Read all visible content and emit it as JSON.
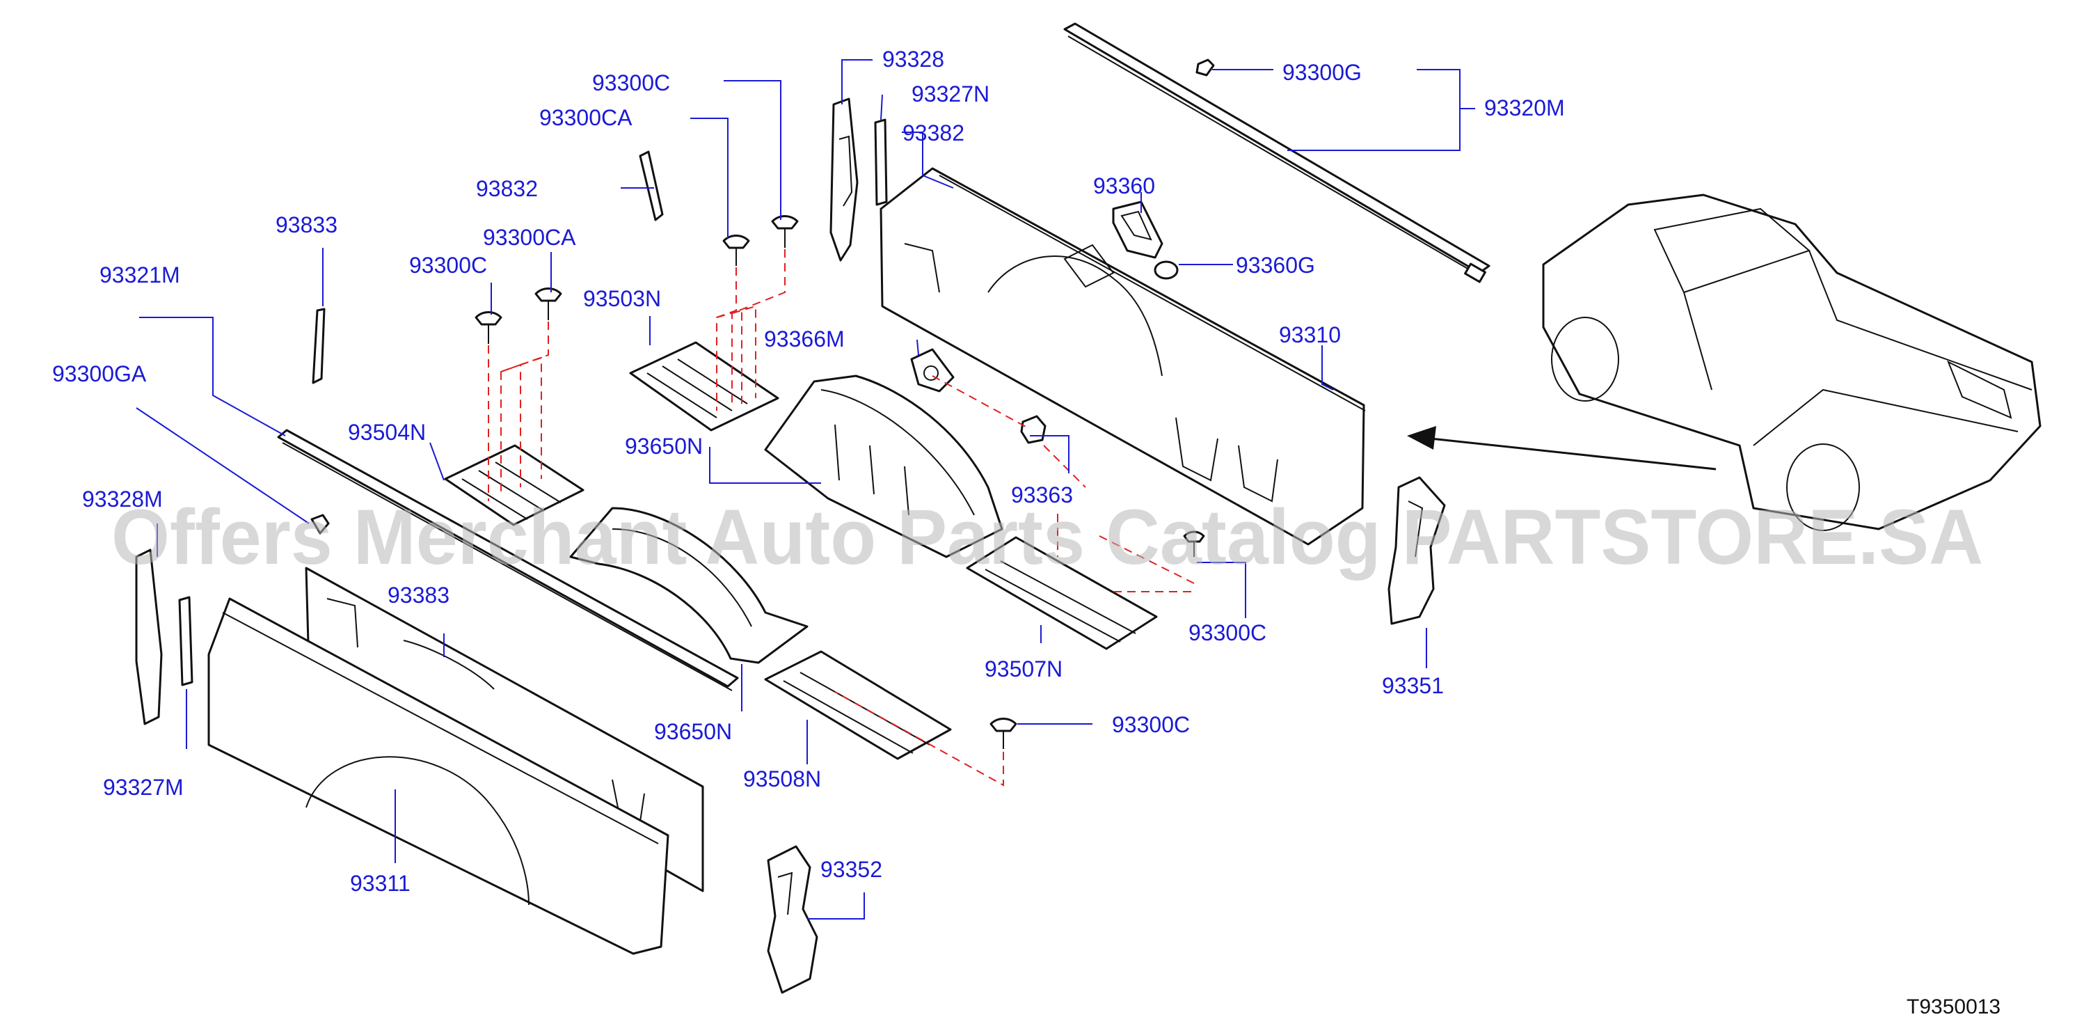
{
  "diagram_code": "T9350013",
  "watermark": "Offers Merchant Auto Parts Catalog PARTSTORE.SA",
  "colors": {
    "callout": "#1a1ad6",
    "line": "#111111",
    "hidden_line": "#e02020",
    "watermark": "#b8b8b8"
  },
  "callouts": {
    "p93300C_top": "93300C",
    "p93328_top": "93328",
    "p93300G": "93300G",
    "p93327N": "93327N",
    "p93320M": "93320M",
    "p93300CA_top": "93300CA",
    "p93382": "93382",
    "p93832": "93832",
    "p93360": "93360",
    "p93833": "93833",
    "p93300CA_mid": "93300CA",
    "p93300C_left": "93300C",
    "p93360G": "93360G",
    "p93321M": "93321M",
    "p93503N": "93503N",
    "p93310": "93310",
    "p93366M": "93366M",
    "p93300GA": "93300GA",
    "p93504N": "93504N",
    "p93650N_top": "93650N",
    "p93363": "93363",
    "p93328M": "93328M",
    "p93383": "93383",
    "p93300C_right": "93300C",
    "p93507N": "93507N",
    "p93351": "93351",
    "p93300C_bottom": "93300C",
    "p93650N_bottom": "93650N",
    "p93327M": "93327M",
    "p93508N": "93508N",
    "p93352": "93352",
    "p93311": "93311"
  }
}
